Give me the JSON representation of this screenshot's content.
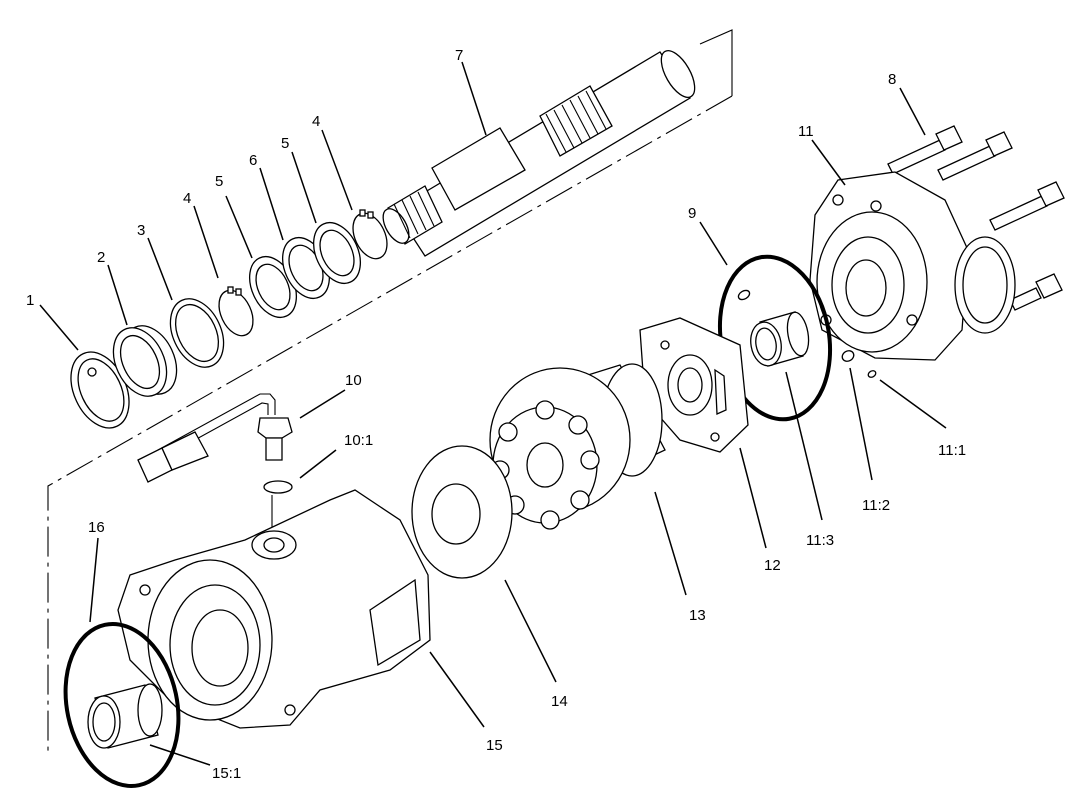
{
  "labels": {
    "l1": "1",
    "l2": "2",
    "l3": "3",
    "l4a": "4",
    "l4b": "4",
    "l5a": "5",
    "l5b": "5",
    "l6": "6",
    "l7": "7",
    "l8": "8",
    "l9": "9",
    "l10": "10",
    "l10_1": "10:1",
    "l11": "11",
    "l11_1": "11:1",
    "l11_2": "11:2",
    "l11_3": "11:3",
    "l12": "12",
    "l13": "13",
    "l14": "14",
    "l15": "15",
    "l15_1": "15:1",
    "l16": "16"
  }
}
